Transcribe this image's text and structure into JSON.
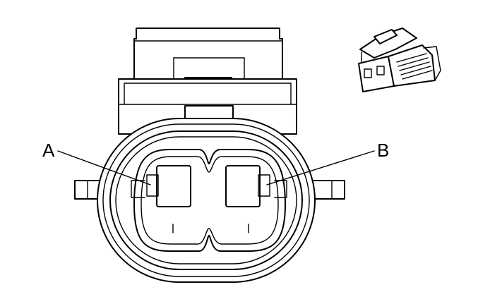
{
  "labels": {
    "terminal_a": "A",
    "terminal_b": "B"
  },
  "colors": {
    "line": "#000000",
    "background": "#ffffff"
  },
  "icons": [
    "connector-front-view",
    "connector-isometric-icon"
  ]
}
